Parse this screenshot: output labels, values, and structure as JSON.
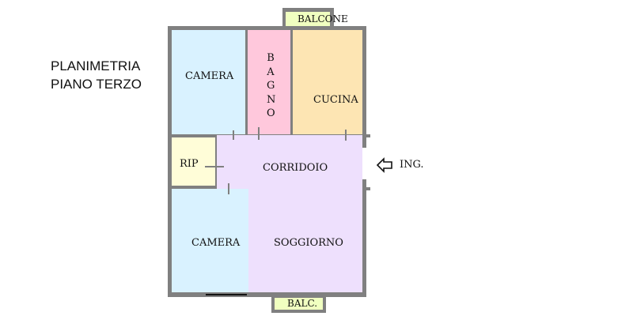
{
  "title": {
    "line1": "PLANIMETRIA",
    "line2": "PIANO TERZO"
  },
  "rooms": {
    "camera_top": "CAMERA",
    "bagno": [
      "B",
      "A",
      "G",
      "N",
      "O"
    ],
    "cucina": "CUCINA",
    "rip": "RIP",
    "corridoio": "CORRIDOIO",
    "camera_bottom": "CAMERA",
    "soggiorno": "SOGGIORNO",
    "balcone_top": "BALCONE",
    "balcone_bottom": "BALC."
  },
  "entrance": {
    "label": "ING.",
    "icon": "arrow-left-icon"
  },
  "colors": {
    "wall": "#808080",
    "camera": "#d9f2ff",
    "bagno": "#ffc8dc",
    "cucina": "#fde5b3",
    "rip": "#fffdd8",
    "living": "#eee0fd",
    "balcony": "#f0ffc0"
  }
}
